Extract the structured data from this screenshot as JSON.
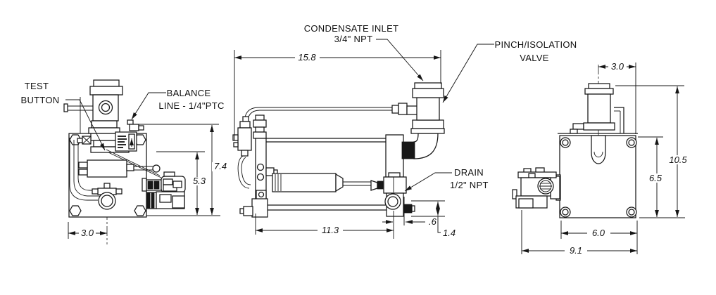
{
  "drawing": {
    "labels": {
      "test_button": {
        "line1": "TEST",
        "line2": "BUTTON"
      },
      "balance_line": {
        "line1": "BALANCE",
        "line2": "LINE - 1/4\"PTC"
      },
      "condensate_inlet": {
        "line1": "CONDENSATE INLET",
        "line2": "3/4\" NPT"
      },
      "pinch_isolation_valve": {
        "line1": "PINCH/ISOLATION",
        "line2": "VALVE"
      },
      "drain": {
        "line1": "DRAIN",
        "line2": "1/2\" NPT"
      }
    },
    "dimensions": {
      "left_view": {
        "mount_offset": "3.0",
        "partial_height": "5.3",
        "overall_height": "7.4"
      },
      "front_view": {
        "overall_length": "15.8",
        "base_length": "11.3",
        "drain_offset": ".6",
        "drain_height": "1.4"
      },
      "end_view": {
        "inlet_offset": "3.0",
        "overall_height": "10.5",
        "body_height": "6.5",
        "body_width": "6.0",
        "overall_width": "9.1"
      }
    },
    "colors": {
      "line": "#161616",
      "background": "#ffffff"
    }
  }
}
